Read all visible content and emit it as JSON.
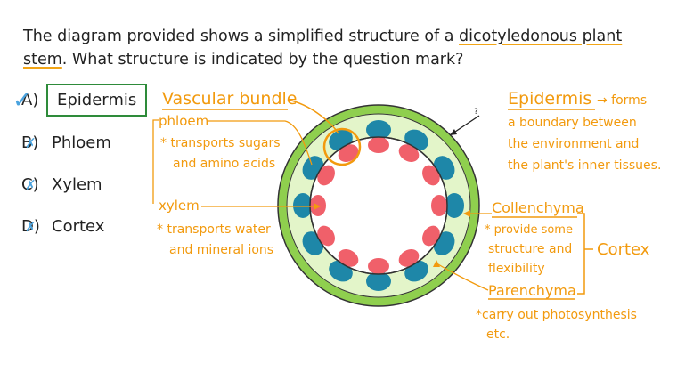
{
  "question": {
    "part1": "The diagram provided shows a simplified structure of a ",
    "highlight1": "dicotyledonous plant",
    "part2": " ",
    "highlight2": "stem",
    "part3": ". What structure is indicated by the question mark?"
  },
  "options": [
    {
      "letter": "A)",
      "text": "Epidermis",
      "correct": true
    },
    {
      "letter": "B)",
      "text": "Phloem",
      "correct": false
    },
    {
      "letter": "C)",
      "text": "Xylem",
      "correct": false
    },
    {
      "letter": "D)",
      "text": "Cortex",
      "correct": false
    }
  ],
  "diagram": {
    "question_mark": "?",
    "vascular_bundle": "Vascular bundle",
    "phloem": "phloem",
    "phloem_note1": "* transports sugars",
    "phloem_note2": "and amino acids",
    "xylem": "xylem",
    "xylem_note1": "* transports water",
    "xylem_note2": "and mineral ions",
    "epidermis": "Epidermis",
    "epidermis_note1": "→ forms",
    "epidermis_note2": "a boundary between",
    "epidermis_note3": "the environment and",
    "epidermis_note4": "the plant's inner tissues.",
    "collenchyma": "Collenchyma",
    "collenchyma_note1": "* provide some",
    "collenchyma_note2": "structure and",
    "collenchyma_note3": "flexibility",
    "cortex": "Cortex",
    "parenchyma": "Parenchyma",
    "parenchyma_note1": "*carry out photosynthesis",
    "parenchyma_note2": "etc."
  },
  "colors": {
    "annotation": "#f29a0e",
    "outer_ring": "#8fcf4e",
    "cortex_fill": "#e3f5c9",
    "pith_fill": "#ffffff",
    "phloem_fill": "#1e87a8",
    "xylem_fill": "#f0606a",
    "correct_box": "#2e8b3a",
    "check_marks": "#4aa3df"
  }
}
